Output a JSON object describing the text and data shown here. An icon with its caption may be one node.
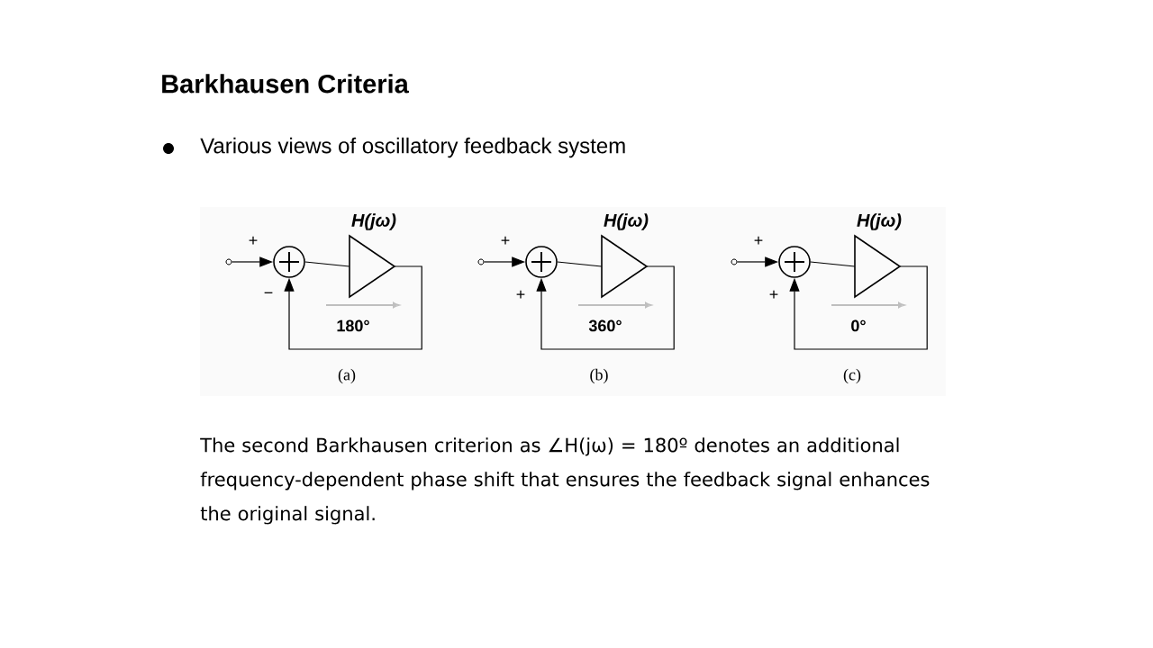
{
  "diagram": {
    "title": "Barkhausen Criteria",
    "nodes": [
      {
        "text": [],
        "shape": "circle"
      },
      {
        "text": [],
        "shape": "circle"
      },
      {
        "text": [
          "H(jω)"
        ]
      },
      {
        "text": [],
        "shape": "circle"
      },
      {
        "text": [],
        "shape": "circle"
      },
      {
        "text": [
          "H(jω)"
        ]
      },
      {
        "text": [],
        "shape": "circle"
      },
      {
        "text": [],
        "shape": "circle"
      },
      {
        "text": [
          "H(jω)"
        ]
      }
    ],
    "edges": [
      {
        "from": 0,
        "to": 1,
        "arrow": "to"
      },
      {
        "from": 1,
        "to": 2,
        "arrow": "none"
      },
      {
        "from": 2,
        "to": 1,
        "arrow": "to"
      },
      {
        "from": 3,
        "to": 4,
        "arrow": "to"
      },
      {
        "from": 4,
        "to": 5,
        "arrow": "none"
      },
      {
        "from": 5,
        "to": 4,
        "arrow": "to"
      },
      {
        "from": 6,
        "to": 7,
        "arrow": "to"
      },
      {
        "from": 7,
        "to": 8,
        "arrow": "none"
      },
      {
        "from": 8,
        "to": 7,
        "arrow": "to"
      }
    ],
    "labels": [
      "Various views of oscillatory feedback system",
      "+",
      "−",
      "180°",
      "(a)",
      "+",
      "+",
      "360°",
      "(b)",
      "+",
      "+",
      "0°",
      "(c)",
      "The second Barkhausen criterion as ∠H(jω) = 180º denotes an additional frequency-dependent phase shift that ensures the feedback signal enhances the original signal."
    ]
  }
}
